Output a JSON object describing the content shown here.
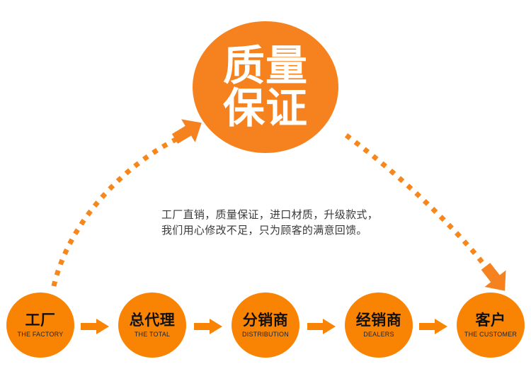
{
  "hero": {
    "line1": "质量",
    "line2": "保证",
    "color": "#F6821F"
  },
  "center_copy": {
    "line1": "工厂直销，质量保证，进口材质，升级款式，",
    "line2": "我们用心修改不足，只为顾客的满意回馈。",
    "color": "#3a3a3a"
  },
  "connectors": {
    "left_arc_label": "dotted-arc-left",
    "right_arc_label": "dotted-arc-right",
    "dot_color": "#F7861B"
  },
  "chain": {
    "arrow_color": "#F98404",
    "node_color": "#F98404",
    "nodes": [
      {
        "cn": "工厂",
        "en": "THE FACTORY"
      },
      {
        "cn": "总代理",
        "en": "THE TOTAL"
      },
      {
        "cn": "分销商",
        "en": "DISTRIBUTION"
      },
      {
        "cn": "经销商",
        "en": "DEALERS"
      },
      {
        "cn": "客户",
        "en": "THE CUSTOMER"
      }
    ]
  }
}
